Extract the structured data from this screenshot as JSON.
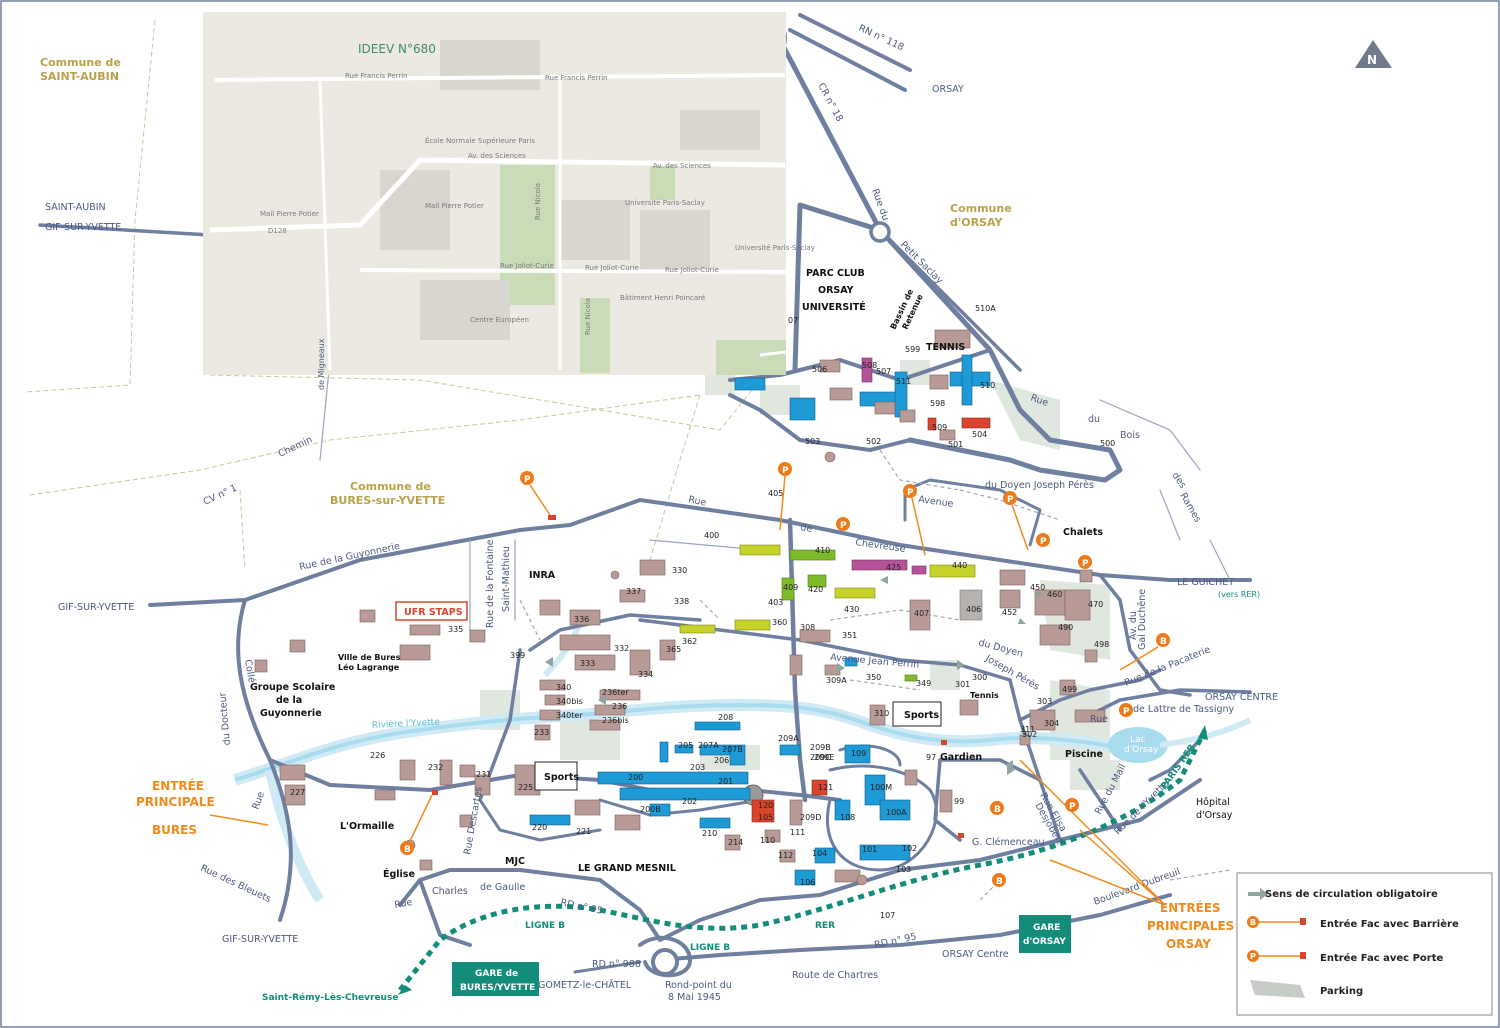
{
  "overlay": {
    "title": "IDEEV N°680",
    "streets": [
      "Rue Francis Perrin",
      "Rue Francis Perrin",
      "Av. des Sciences",
      "Av. des Sciences",
      "Mail Pierre Potier",
      "Mail Pierre Potier",
      "Rue Joliot-Curie",
      "Rue Joliot-Curie",
      "Rue Joliot-Curie",
      "Rue Nicola",
      "Rue Nicola",
      "D128"
    ],
    "pois": [
      "École Normale Supérieure Paris",
      "Université Paris-Saclay",
      "Université Paris-Saclay",
      "Bâtiment Henri Poincaré",
      "Centre Européen"
    ]
  },
  "communes": {
    "saint_aubin": [
      "Commune de",
      "SAINT-AUBIN"
    ],
    "orsay": [
      "Commune",
      "d'ORSAY"
    ],
    "bures": [
      "Commune de",
      "BURES-sur-YVETTE"
    ]
  },
  "road_labels": {
    "rn118": "RN n° 118",
    "orsay_top": "ORSAY",
    "cr18": "CR n° 18",
    "rue_du": "Rue du",
    "petit_saclay": "Petit Saclay",
    "saint_aubin_dir": [
      "SAINT-AUBIN",
      "GIF-SUR-YVETTE"
    ],
    "chemin": "Chemin",
    "cv1": "CV n° 1",
    "de_migneaux": "de Migneaux",
    "rue_guyonnerie": "Rue de la Guyonnerie",
    "gif_left": "GIF-SUR-YVETTE",
    "rue_fontaine": [
      "Rue de la Fontaine",
      "Saint-Mathieu"
    ],
    "colle": "Collé",
    "du_docteur": "du Docteur",
    "rue_left": "Rue",
    "rue_bleuets": "Rue des Bleuets",
    "gif_bottom": "GIF-SUR-YVETTE",
    "rue_chevreuse": [
      "Rue",
      "de",
      "Chevreuse"
    ],
    "avenue": "Avenue",
    "doyen_joseph": "du Doyen Joseph Pérès",
    "rue_bois": [
      "Rue",
      "du",
      "Bois"
    ],
    "des_rames": [
      "des",
      "Rames"
    ],
    "le_guichet": "LE GUICHET",
    "vers_rer": "(vers RER)",
    "avenue_jean_perrin": "Avenue Jean Perrin",
    "du_doyen": [
      "du Doyen",
      "Joseph Pérès"
    ],
    "av_gal_duchene": [
      "Av. du",
      "Gal Duchêne"
    ],
    "rue_pacaterie": "Rue de la Pacaterie",
    "orsay_centre_right": "ORSAY CENTRE",
    "rue_lattre": [
      "Rue",
      "de Lattre de Tassigny"
    ],
    "rue_mail": "Rue du Mail",
    "rue_yvette": "Rue de l'Yvette",
    "rue_elisa": [
      "Rue Elisa",
      "Desjobert"
    ],
    "g_clemenceau": "G. Clémenceau",
    "boulevard_dubreuil": "Boulevard Dubreuil",
    "rd95_right": "RD n° 95",
    "orsay_centre_bottom": "ORSAY Centre",
    "route_chartres": "Route de Chartres",
    "rd988": "RD n° 988",
    "gometz": "GOMETZ-le-CHÂTEL",
    "rond_point": [
      "Rond-point du",
      "8 Mai 1945"
    ],
    "rd95_left": "RD n° 95",
    "rue_charles": [
      "Rue",
      "Charles",
      "de Gaulle"
    ],
    "rue_descartes": "Rue Descartes",
    "saint_remy": "Saint-Rémy-Lès-Chevreuse",
    "paris_rer": "PARIS RER",
    "ligne_b1": "LIGNE B",
    "ligne_b2": "LIGNE B",
    "rer": "RER"
  },
  "water_labels": {
    "riviere": "Rivière l'Yvette",
    "lac": [
      "Lac",
      "d'Orsay"
    ]
  },
  "places": {
    "parc_club": [
      "PARC CLUB",
      "ORSAY",
      "UNIVERSITÉ"
    ],
    "bassin": [
      "Bassin de",
      "Retenue"
    ],
    "tennis_top": "TENNIS",
    "chalets": "Chalets",
    "inra": "INRA",
    "ufr_staps": "UFR STAPS",
    "ville_bures": [
      "Ville de Bures",
      "Léo Lagrange"
    ],
    "groupe_scolaire": [
      "Groupe Scolaire",
      "de la",
      "Guyonnerie"
    ],
    "sports_left": "Sports",
    "sports_right": "Sports",
    "tennis_low": "Tennis",
    "piscine": "Piscine",
    "gardien": "Gardien",
    "lormaille": "L'Ormaille",
    "mjc": "MJC",
    "eglise": "Église",
    "grand_mesnil": "LE GRAND MESNIL",
    "hopital": [
      "Hôpital",
      "d'Orsay"
    ]
  },
  "entrances": {
    "bures": [
      "ENTRÉE",
      "PRINCIPALE",
      "BURES"
    ],
    "orsay": [
      "ENTRÉES",
      "PRINCIPALES",
      "ORSAY"
    ]
  },
  "gares": {
    "bures": [
      "GARE de",
      "BURES/YVETTE"
    ],
    "orsay": [
      "GARE",
      "d'ORSAY"
    ]
  },
  "north": "N",
  "pin_letters": {
    "p": "P",
    "b": "B"
  },
  "legend": {
    "items": [
      {
        "label": "Sens de circulation obligatoire",
        "icon": "grey-arrow"
      },
      {
        "label": "Entrée Fac avec Barrière",
        "icon": "orange-b-pin"
      },
      {
        "label": "Entrée Fac avec Porte",
        "icon": "orange-p-pin"
      },
      {
        "label": "Parking",
        "icon": "parking-swatch"
      }
    ]
  },
  "buildings": [
    {
      "n": "500"
    },
    {
      "n": "501"
    },
    {
      "n": "502"
    },
    {
      "n": "503"
    },
    {
      "n": "504"
    },
    {
      "n": "506"
    },
    {
      "n": "507"
    },
    {
      "n": "508"
    },
    {
      "n": "509"
    },
    {
      "n": "510"
    },
    {
      "n": "510A"
    },
    {
      "n": "511"
    },
    {
      "n": "598"
    },
    {
      "n": "599"
    },
    {
      "n": "07"
    },
    {
      "n": "400"
    },
    {
      "n": "403"
    },
    {
      "n": "405"
    },
    {
      "n": "406"
    },
    {
      "n": "407"
    },
    {
      "n": "409"
    },
    {
      "n": "410"
    },
    {
      "n": "420"
    },
    {
      "n": "425"
    },
    {
      "n": "430"
    },
    {
      "n": "440"
    },
    {
      "n": "450"
    },
    {
      "n": "452"
    },
    {
      "n": "460"
    },
    {
      "n": "470"
    },
    {
      "n": "490"
    },
    {
      "n": "498"
    },
    {
      "n": "499"
    },
    {
      "n": "360"
    },
    {
      "n": "362"
    },
    {
      "n": "365"
    },
    {
      "n": "308"
    },
    {
      "n": "309A"
    },
    {
      "n": "350"
    },
    {
      "n": "349"
    },
    {
      "n": "351"
    },
    {
      "n": "301"
    },
    {
      "n": "300"
    },
    {
      "n": "303"
    },
    {
      "n": "304"
    },
    {
      "n": "311"
    },
    {
      "n": "302"
    },
    {
      "n": "310"
    },
    {
      "n": "330"
    },
    {
      "n": "337"
    },
    {
      "n": "338"
    },
    {
      "n": "336"
    },
    {
      "n": "335"
    },
    {
      "n": "333"
    },
    {
      "n": "332"
    },
    {
      "n": "334"
    },
    {
      "n": "399"
    },
    {
      "n": "340"
    },
    {
      "n": "340bis"
    },
    {
      "n": "340ter"
    },
    {
      "n": "236ter"
    },
    {
      "n": "236"
    },
    {
      "n": "236bis"
    },
    {
      "n": "233"
    },
    {
      "n": "208"
    },
    {
      "n": "207A"
    },
    {
      "n": "207B"
    },
    {
      "n": "205"
    },
    {
      "n": "206"
    },
    {
      "n": "203"
    },
    {
      "n": "201"
    },
    {
      "n": "200"
    },
    {
      "n": "202"
    },
    {
      "n": "209A"
    },
    {
      "n": "209B"
    },
    {
      "n": "209C"
    },
    {
      "n": "209D"
    },
    {
      "n": "209E"
    },
    {
      "n": "109"
    },
    {
      "n": "97"
    },
    {
      "n": "99"
    },
    {
      "n": "100M"
    },
    {
      "n": "100A"
    },
    {
      "n": "108"
    },
    {
      "n": "101"
    },
    {
      "n": "102"
    },
    {
      "n": "103"
    },
    {
      "n": "104"
    },
    {
      "n": "105"
    },
    {
      "n": "106"
    },
    {
      "n": "107"
    },
    {
      "n": "110"
    },
    {
      "n": "111"
    },
    {
      "n": "112"
    },
    {
      "n": "120"
    },
    {
      "n": "121"
    },
    {
      "n": "210"
    },
    {
      "n": "214"
    },
    {
      "n": "220"
    },
    {
      "n": "221"
    },
    {
      "n": "225"
    },
    {
      "n": "226"
    },
    {
      "n": "227"
    },
    {
      "n": "231"
    },
    {
      "n": "232"
    },
    {
      "n": "200B"
    }
  ]
}
